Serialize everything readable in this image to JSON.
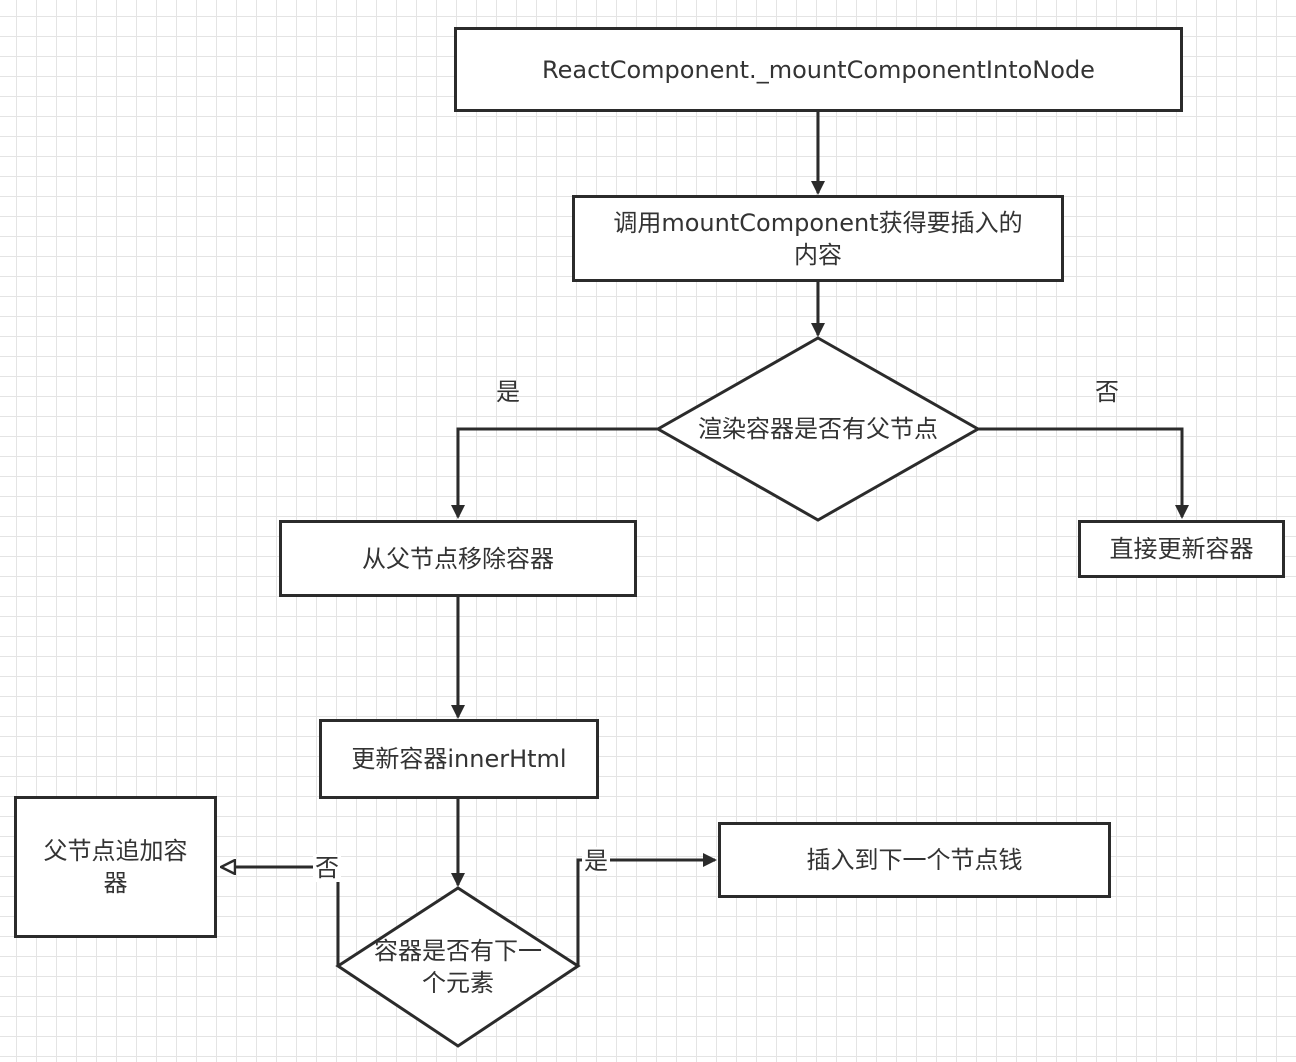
{
  "nodes": {
    "start": "ReactComponent._mountComponentIntoNode",
    "call_mount": "调用mountComponent获得要插入的内容",
    "decision_parent": "渲染容器是否有父节点",
    "remove_from_parent": "从父节点移除容器",
    "update_directly": "直接更新容器",
    "update_inner_html": "更新容器innerHtml",
    "decision_next": "容器是否有下一个元素",
    "append_to_parent": "父节点追加容器",
    "insert_before_next": "插入到下一个节点钱"
  },
  "edge_labels": {
    "parent_yes": "是",
    "parent_no": "否",
    "next_no": "否",
    "next_yes": "是"
  },
  "colors": {
    "stroke": "#2b2b2b",
    "text": "#333333",
    "grid": "#e4e4e4",
    "background": "#ffffff"
  }
}
